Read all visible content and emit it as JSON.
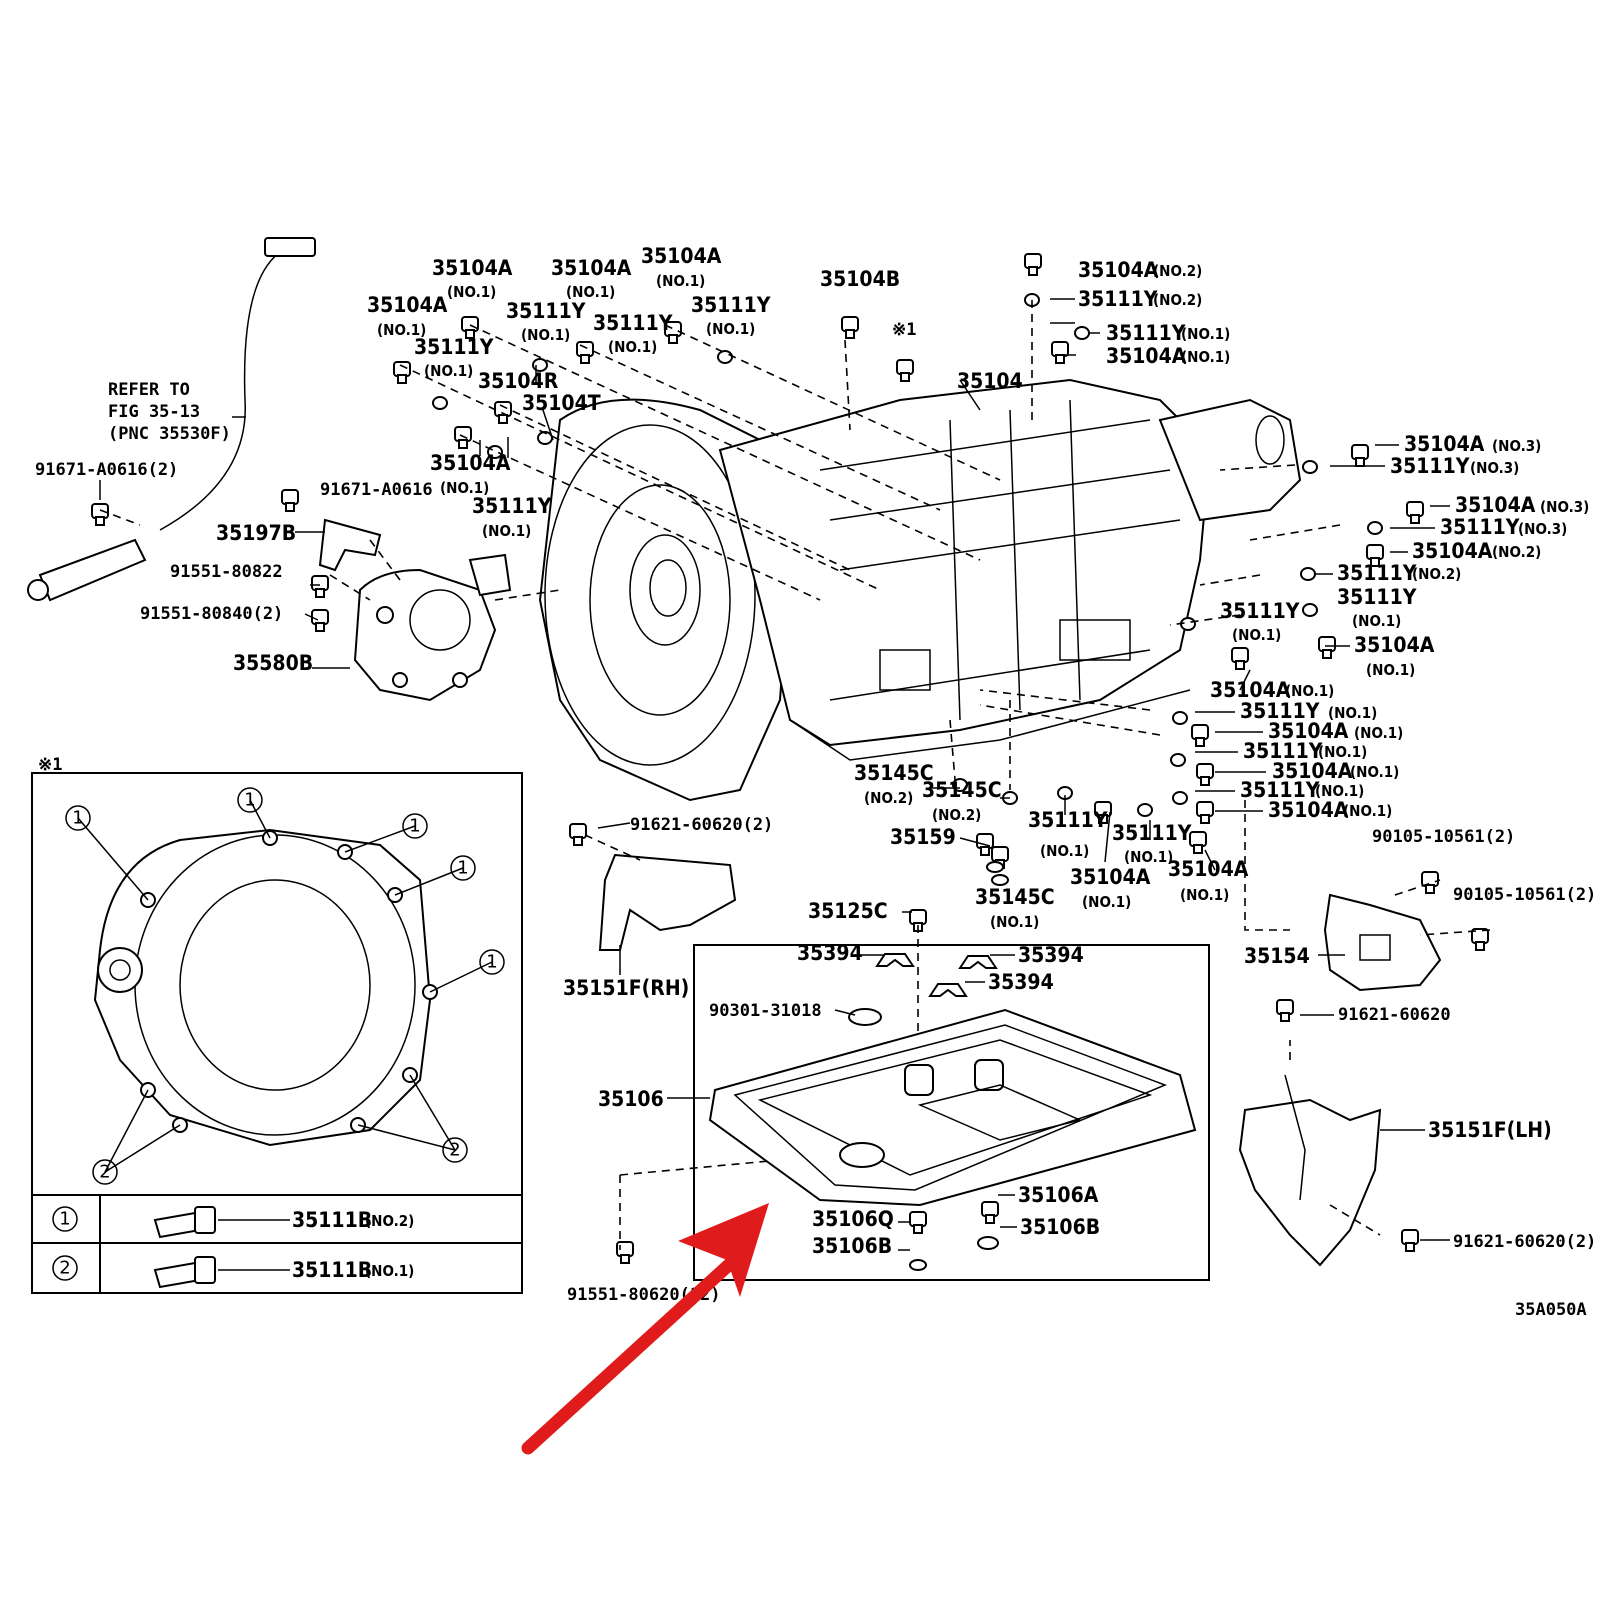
{
  "diagram_id": "35A050A",
  "note_refer": [
    "REFER TO",
    "FIG 35-13",
    "(PNC 35530F)"
  ],
  "inset": {
    "marker": "※1",
    "legend": [
      {
        "num": "1",
        "part": "35111B",
        "qualifier": "(NO.2)"
      },
      {
        "num": "2",
        "part": "35111B",
        "qualifier": "(NO.1)"
      }
    ]
  },
  "x1_marker": "※1",
  "labels": {
    "l01": "35104A",
    "l01s": "(NO.1)",
    "l02": "35104A",
    "l02s": "(NO.1)",
    "l03": "35104A",
    "l03s": "(NO.1)",
    "l04": "35104A",
    "l04s": "(NO.1)",
    "l05": "35111Y",
    "l05s": "(NO.1)",
    "l06": "35111Y",
    "l06s": "(NO.1)",
    "l07": "35111Y",
    "l07s": "(NO.1)",
    "l08": "35111Y",
    "l08s": "(NO.1)",
    "l09": "35104R",
    "l10": "35104T",
    "l11": "35104A",
    "l11s": "(NO.1)",
    "l12": "35111Y",
    "l12s": "(NO.1)",
    "l13": "35104B",
    "l14": "35104",
    "l15": "35104A",
    "l15s": "(NO.2)",
    "l16": "35111Y",
    "l16s": "(NO.2)",
    "l17": "35111Y",
    "l17s": "(NO.1)",
    "l18": "35104A",
    "l18s": "(NO.1)",
    "l19": "35104A",
    "l19s": "(NO.3)",
    "l20": "35111Y",
    "l20s": "(NO.3)",
    "l21": "35104A",
    "l21s": "(NO.3)",
    "l22": "35111Y",
    "l22s": "(NO.3)",
    "l23": "35104A",
    "l23s": "(NO.2)",
    "l24": "35111Y",
    "l24s": "(NO.2)",
    "l25": "35111Y",
    "l25s": "(NO.1)",
    "l26": "35111Y",
    "l26s": "(NO.1)",
    "l27": "35104A",
    "l27s": "(NO.1)",
    "l28": "35104A",
    "l28s": "(NO.1)",
    "l29": "35111Y",
    "l29s": "(NO.1)",
    "l30": "35104A",
    "l30s": "(NO.1)",
    "l31": "35111Y",
    "l31s": "(NO.1)",
    "l32": "35104A",
    "l32s": "(NO.1)",
    "l33": "35111Y",
    "l33s": "(NO.1)",
    "l34": "35104A",
    "l34s": "(NO.1)",
    "l35": "35111Y",
    "l35s": "(NO.1)",
    "l36": "35111Y",
    "l36s": "(NO.1)",
    "l37": "35104A",
    "l37s": "(NO.1)",
    "l38": "35104A",
    "l38s": "(NO.1)",
    "l39": "35145C",
    "l39s": "(NO.2)",
    "l40": "35145C",
    "l40s": "(NO.2)",
    "l41": "35159",
    "l42": "35145C",
    "l42s": "(NO.1)",
    "l43": "91671-A0616(2)",
    "l44": "91671-A0616",
    "l45": "35197B",
    "l46": "91551-80822",
    "l47": "91551-80840(2)",
    "l48": "35580B",
    "l49": "91621-60620(2)",
    "l50": "35151F(RH)",
    "l51": "35125C",
    "l52": "35394",
    "l53": "35394",
    "l54": "35394",
    "l55": "90301-31018",
    "l56": "35106",
    "l57": "35106A",
    "l58": "35106Q",
    "l59": "35106B",
    "l60": "35106B",
    "l61": "91551-80620(12)",
    "l62": "90105-10561(2)",
    "l63": "90105-10561(2)",
    "l64": "35154",
    "l65": "91621-60620",
    "l66": "35151F(LH)",
    "l67": "91621-60620(2)"
  },
  "colors": {
    "line": "#000000",
    "arrow": "#e01b1b",
    "background": "#ffffff"
  }
}
